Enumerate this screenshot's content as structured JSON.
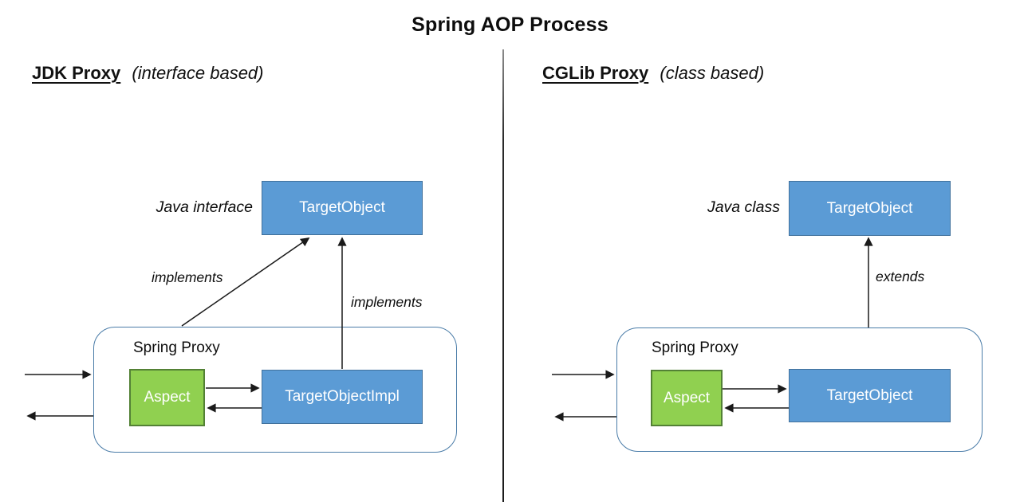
{
  "title": "Spring AOP Process",
  "colors": {
    "box_blue": "#5B9BD5",
    "box_blue_border": "#41719C",
    "box_green": "#90D050",
    "box_green_border": "#538135",
    "container_border": "#4A7CA8",
    "line_color": "#1a1a1a"
  },
  "left": {
    "heading": "JDK Proxy",
    "subheading": "(interface based)",
    "type_label": "Java interface",
    "top_box": "TargetObject",
    "implements_left": "implements",
    "implements_right": "implements",
    "container_label": "Spring Proxy",
    "aspect_box": "Aspect",
    "inner_box": "TargetObjectImpl"
  },
  "right": {
    "heading": "CGLib Proxy",
    "subheading": "(class based)",
    "type_label": "Java class",
    "top_box": "TargetObject",
    "extends_label": "extends",
    "container_label": "Spring Proxy",
    "aspect_box": "Aspect",
    "inner_box": "TargetObject"
  }
}
